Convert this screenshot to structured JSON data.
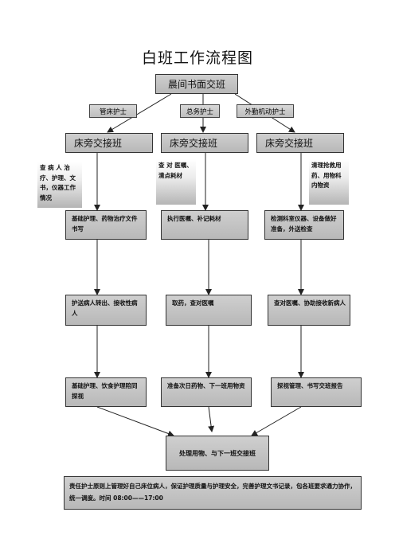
{
  "title": "白班工作流程图",
  "top_box": "晨间书面交班",
  "roles": [
    "管床护士",
    "总务护士",
    "外勤机动护士"
  ],
  "columns": [
    {
      "header": "床旁交接班",
      "note": "查 病 人 治疗、护理、文书，仪器工作情况",
      "steps": [
        "基础护理、药物治疗文件书写",
        "护送病人转出、接收性病人",
        "基础护理、饮食护理陪同探视"
      ]
    },
    {
      "header": "床旁交接班",
      "note": "查 对 医嘱、清点耗材",
      "steps": [
        "执行医嘱、补记耗材",
        "取药，查对医嘱",
        "准备次日药物、下一班用物资"
      ]
    },
    {
      "header": "床旁交接班",
      "note": "清理抢救用药、用物科内物资",
      "steps": [
        "检测科室仪器、设备做好准备，外送检查",
        "查对医嘱、协助接收新病人",
        "探视管理、书写交班报告"
      ]
    }
  ],
  "merge_box": "处理用物、与下一班交接班",
  "footer": "责任护士原则上管理好自己床位病人，保证护理质量与护理安全，完善护理文书记录，包各班要求通力协作，统一调度。时间 08:00——17:00"
}
